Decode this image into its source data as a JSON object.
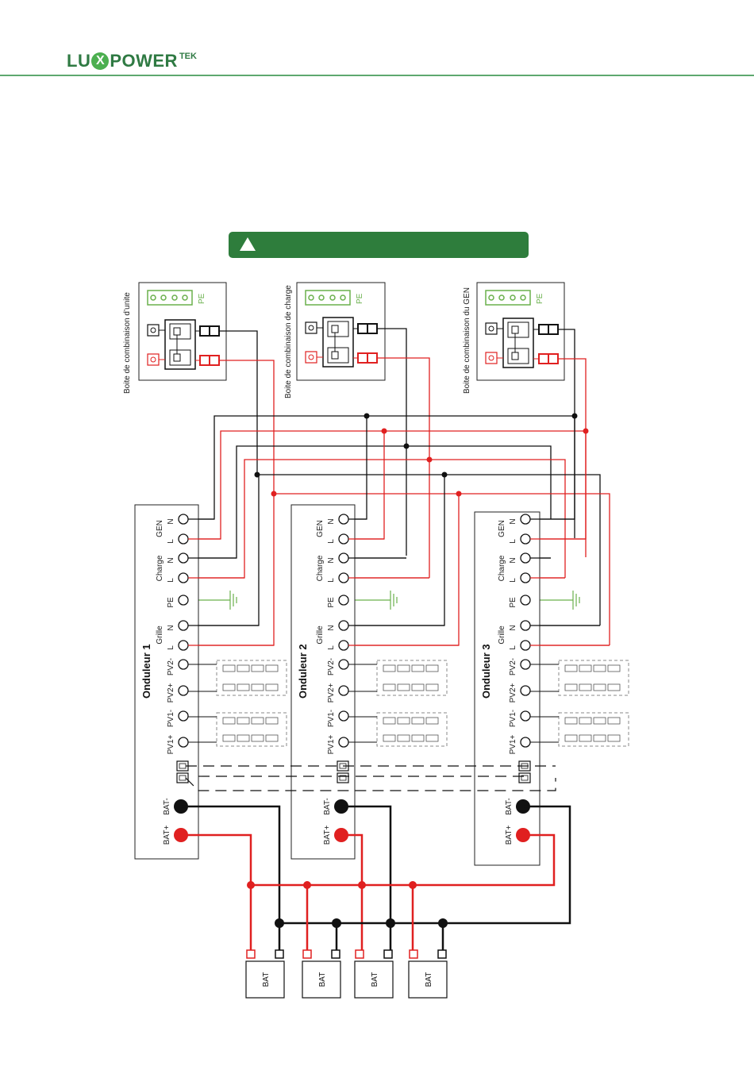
{
  "brand": {
    "logo_left": "LU",
    "logo_mark": "X",
    "logo_right": "POWER",
    "logo_sup": "TEK"
  },
  "colors": {
    "accent": "#2e7d3c",
    "brand_green": "#4caf50",
    "wire_red": "#e02020",
    "wire_black": "#111111",
    "pe_green": "#6ab04c"
  },
  "banner": {
    "icon": "warning-triangle-icon"
  },
  "combiner_boxes": [
    {
      "label": "Boite de combinaison d’unite",
      "pe": "PE"
    },
    {
      "label": "Boite de combinaison de charge",
      "pe": "PE"
    },
    {
      "label": "Boite de combinaison du GEN",
      "pe": "PE"
    }
  ],
  "inverters": [
    {
      "name": "Onduleur 1"
    },
    {
      "name": "Onduleur 2"
    },
    {
      "name": "Onduleur 3"
    }
  ],
  "port_groups": {
    "gen": "GEN",
    "charge": "Charge",
    "grille": "Grille"
  },
  "terminals": {
    "n": "N",
    "l": "L",
    "pe": "PE",
    "pv2_minus": "PV2-",
    "pv2_plus": "PV2+",
    "pv1_minus": "PV1-",
    "pv1_plus": "PV1+",
    "bat_minus": "BAT-",
    "bat_plus": "BAT+"
  },
  "batteries": [
    "BAT",
    "BAT",
    "BAT",
    "BAT"
  ]
}
